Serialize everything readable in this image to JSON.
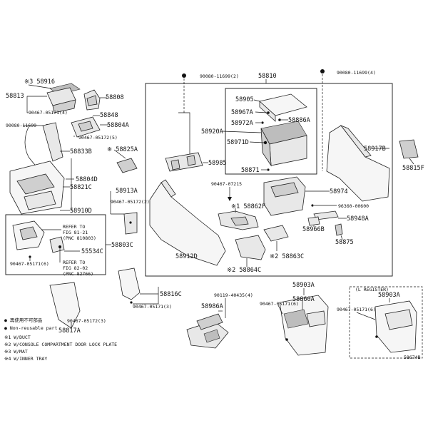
{
  "labels": {
    "p58916": "※3 58916",
    "p58813": "58813",
    "p58808": "58808",
    "p90467_a": "90467-05171(4)",
    "p90080_a": "90080-11699",
    "p58848": "58848",
    "p58804A": "58804A",
    "p90467_b": "90467-05172(5)",
    "p58833B": "58833B",
    "p58825A": "※ 58825A",
    "p58804D": "58804D",
    "p58821C": "58821C",
    "p58913A": "58913A",
    "p90467_c": "90467-05172(2)",
    "p58910D": "58910D",
    "p_refer1": "REFER TO",
    "p_refer1b": "FIG 81-21",
    "p_refer1c": "(PNC 810803)",
    "p55534C": "55534C",
    "p58803C": "58803C",
    "p90467_d": "90467-05171(6)",
    "p_refer2": "REFER TO",
    "p_refer2b": "FIG 82-02",
    "p_refer2c": "(PNC 82766)",
    "p90080_top": "90080-11699(2)",
    "p58810": "58810",
    "p90080_top2": "90080-11699(4)",
    "p58905": "58905",
    "p58967A": "58967A",
    "p58886A": "58886A",
    "p58972A": "58972A",
    "p58920A": "58920A",
    "p58971D": "58971D",
    "p58871": "58871",
    "p58985": "58985",
    "p58917B": "58917B",
    "p58815F": "58815F",
    "p90467_e": "90467-07215",
    "p58974": "58974",
    "p58862F": "※1 58862F",
    "p96360": "96360-00600",
    "p58948A": "58948A",
    "p58966B": "58966B",
    "p58875": "58875",
    "p58912D": "58912D",
    "p58863C": "※2 58863C",
    "p58864C": "※2 58864C",
    "p58817A": "58817A",
    "p90467_f": "90467-05172(3)",
    "p58816C": "58816C",
    "p90467_g": "90467-05171(3)",
    "p90119": "90119-40435(4)",
    "p58986A": "58986A",
    "p58903A": "58903A",
    "p58860A": "58860A",
    "p90467_h": "90467-05171(6)",
    "p_register": "(L REGISTER)",
    "p58903A_b": "58903A",
    "p90467_i": "90467-05171(6)",
    "partnum": "58674B"
  },
  "legend": {
    "line1": "● 再使用不可部品",
    "line2": "● Non-reusable part",
    "line3": "※1 W/DUCT",
    "line4": "※2 W/CONSOLE COMPARTMENT DOOR LOCK PLATE",
    "line5": "※3 W/MAT",
    "line6": "※4 W/INNER TRAY"
  }
}
